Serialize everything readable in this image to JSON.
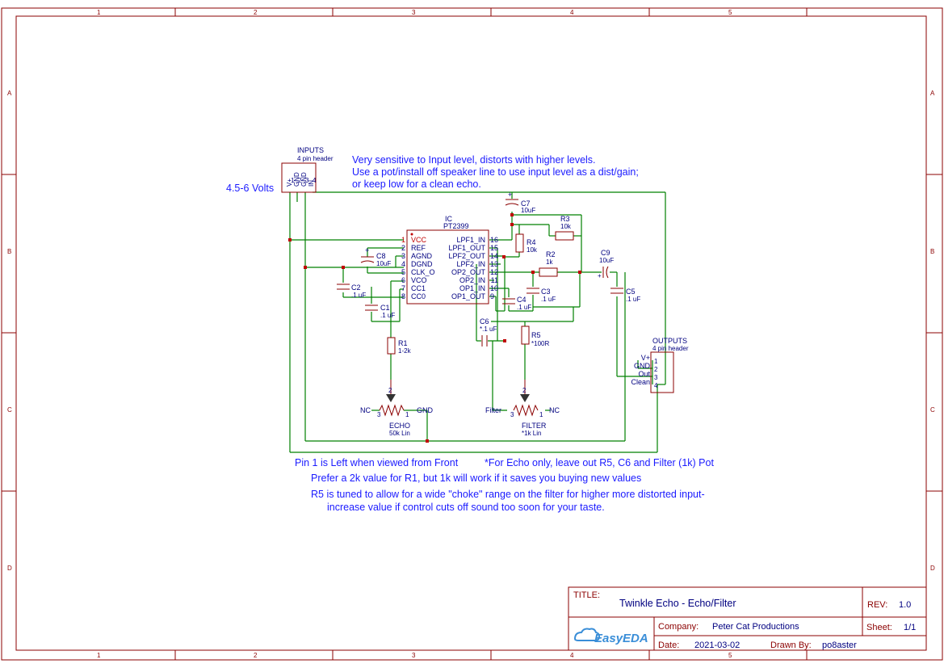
{
  "rulers": {
    "cols": [
      "1",
      "2",
      "3",
      "4",
      "5"
    ],
    "rows": [
      "A",
      "B",
      "C",
      "D"
    ]
  },
  "notes": {
    "voltage": "4.5-6 Volts",
    "sens1": "Very sensitive to Input level, distorts with higher levels.",
    "sens2": "Use a pot/install off speaker line to use input level as a dist/gain;",
    "sens3": "or keep low for a clean echo.",
    "pin1": "Pin 1 is Left when viewed from Front",
    "echo_only": "*For Echo only, leave out R5, C6 and Filter (1k) Pot",
    "r1pref": "Prefer a 2k value for R1, but 1k will work if it saves you buying new values",
    "r5a": "R5 is tuned to allow for a wide \"choke\" range on the filter for higher more distorted input-",
    "r5b": "increase value if control cuts off sound too soon for your taste."
  },
  "inputs_header": {
    "name": "INPUTS",
    "desc": "4 pin header",
    "pins": [
      "1",
      "2",
      "3",
      "4"
    ],
    "pin_names": [
      "V+",
      "GND",
      "GND",
      "IN"
    ]
  },
  "outputs_header": {
    "name": "OUTPUTS",
    "desc": "4 pin header",
    "pins": [
      "1",
      "2",
      "3",
      "4"
    ],
    "pin_names": [
      "V+",
      "GND",
      "Out",
      "Clean"
    ]
  },
  "ic": {
    "ref": "IC",
    "part": "PT2399",
    "left_pins": [
      {
        "num": "1",
        "name": "VCC"
      },
      {
        "num": "2",
        "name": "REF"
      },
      {
        "num": "3",
        "name": "AGND"
      },
      {
        "num": "4",
        "name": "DGND"
      },
      {
        "num": "5",
        "name": "CLK_O"
      },
      {
        "num": "6",
        "name": "VCO"
      },
      {
        "num": "7",
        "name": "CC1"
      },
      {
        "num": "8",
        "name": "CC0"
      }
    ],
    "right_pins": [
      {
        "num": "16",
        "name": "LPF1_IN"
      },
      {
        "num": "15",
        "name": "LPF1_OUT"
      },
      {
        "num": "14",
        "name": "LPF2_OUT"
      },
      {
        "num": "13",
        "name": "LPF2_IN"
      },
      {
        "num": "12",
        "name": "OP2_OUT"
      },
      {
        "num": "11",
        "name": "OP2_IN"
      },
      {
        "num": "10",
        "name": "OP1_IN"
      },
      {
        "num": "9",
        "name": "OP1_OUT"
      }
    ]
  },
  "components": {
    "c7": {
      "ref": "C7",
      "val": "10uF"
    },
    "c8": {
      "ref": "C8",
      "val": "10uF"
    },
    "c9": {
      "ref": "C9",
      "val": "10uF"
    },
    "c2": {
      "ref": "C2",
      "val": ".1 uF"
    },
    "c1": {
      "ref": "C1",
      "val": ".1 uF"
    },
    "c3": {
      "ref": "C3",
      "val": ".1 uF"
    },
    "c4": {
      "ref": "C4",
      "val": ".1 uF"
    },
    "c5": {
      "ref": "C5",
      "val": ".1 uF"
    },
    "c6": {
      "ref": "C6",
      "val": "*.1 uF"
    },
    "r1": {
      "ref": "R1",
      "val": "1-2k"
    },
    "r2": {
      "ref": "R2",
      "val": "1k"
    },
    "r3": {
      "ref": "R3",
      "val": "10k"
    },
    "r4": {
      "ref": "R4",
      "val": "10k"
    },
    "r5": {
      "ref": "R5",
      "val": "*100R"
    },
    "echo_pot": {
      "ref": "ECHO",
      "val": "50k Lin",
      "left": "NC",
      "right": "GND",
      "pin1": "1",
      "pin2": "2",
      "pin3": "3"
    },
    "filter_pot": {
      "ref": "FILTER",
      "val": "*1k Lin",
      "left": "Filter",
      "right": "NC",
      "pin1": "1",
      "pin2": "2",
      "pin3": "3"
    }
  },
  "title_block": {
    "title_label": "TITLE:",
    "title": "Twinkle Echo - Echo/Filter",
    "rev_label": "REV:",
    "rev": "1.0",
    "company_label": "Company:",
    "company": "Peter Cat Productions",
    "sheet_label": "Sheet:",
    "sheet": "1/1",
    "date_label": "Date:",
    "date": "2021-03-02",
    "drawn_label": "Drawn By:",
    "drawn": "po8aster",
    "logo": "EasyEDA"
  },
  "colors": {
    "frame": "#8b0000",
    "wire": "#008000",
    "label": "#000080",
    "note": "#1a1aff"
  }
}
